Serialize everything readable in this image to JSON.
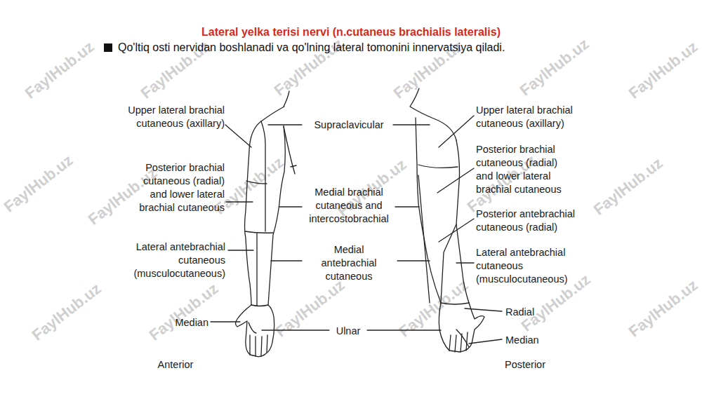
{
  "diagram": {
    "title": "Lateral yelka terisi nervi (n.cutaneus brachialis lateralis)",
    "labels": [
      "Qo'ltiq osti nervidan boshlanadi va qo'lning lateral tomonini innervatsiya qiladi.",
      "Upper lateral brachial cutaneous (axillary)",
      "Supraclavicular",
      "Upper lateral brachial cutaneous (axillary)",
      "Posterior brachial cutaneous (radial) and lower lateral brachial cutaneous",
      "Medial brachial cutaneous and intercostobrachial",
      "Posterior brachial cutaneous (radial) and lower lateral brachial cutaneous",
      "Posterior antebrachial cutaneous (radial)",
      "Lateral antebrachial cutaneous (musculocutaneous)",
      "Medial antebrachial cutaneous",
      "Lateral antebrachial cutaneous (musculocutaneous)",
      "Radial",
      "Median",
      "Ulnar",
      "Median",
      "Anterior",
      "Posterior",
      "FaylHub.uz",
      "FaylHub.uz",
      "FaylHub.uz",
      "FaylHub.uz",
      "FaylHub.uz",
      "FaylHub.uz",
      "FaylHub.uz",
      "FaylHub.uz",
      "FaylHub.uz",
      "FaylHub.uz",
      "FaylHub.uz",
      "FaylHub.uz",
      "FaylHub.uz",
      "FaylHub.uz",
      "FaylHub.uz",
      "FaylHub.uz",
      "FaylHub.uz",
      "FaylHub.uz"
    ]
  }
}
